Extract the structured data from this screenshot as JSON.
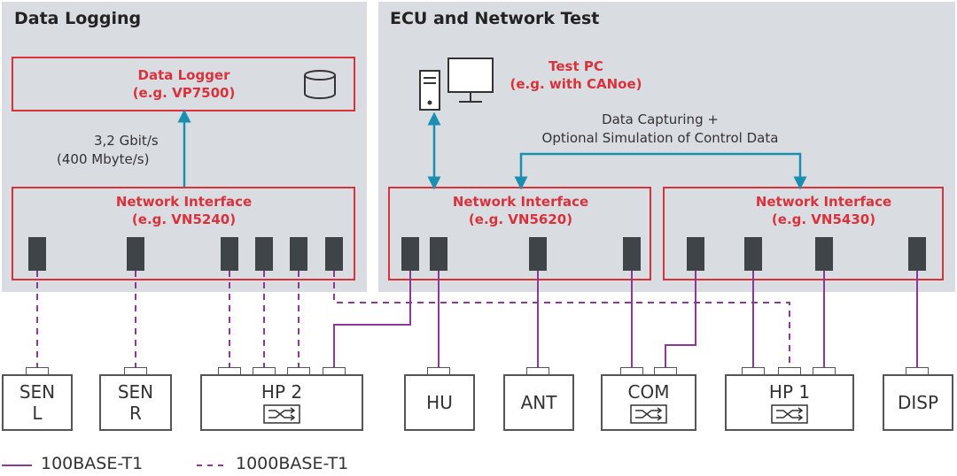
{
  "panels": {
    "data_logging": {
      "title": "Data Logging"
    },
    "ecu_test": {
      "title": "ECU and Network Test"
    }
  },
  "data_logger": {
    "title": "Data Logger",
    "model": "(e.g. VP7500)",
    "icon": "database-icon"
  },
  "logger_link": {
    "line1": "3,2 Gbit/s",
    "line2": "(400 Mbyte/s)"
  },
  "test_pc": {
    "title": "Test PC",
    "subtitle": "(e.g. with CANoe)",
    "icon": "computer-icon"
  },
  "capture_note": {
    "line1": "Data Capturing +",
    "line2": "Optional Simulation of Control Data"
  },
  "network_interfaces": [
    {
      "title": "Network Interface",
      "model": "(e.g. VN5240)"
    },
    {
      "title": "Network Interface",
      "model": "(e.g. VN5620)"
    },
    {
      "title": "Network Interface",
      "model": "(e.g. VN5430)"
    }
  ],
  "devices": {
    "sen_l": {
      "line1": "SEN",
      "line2": "L"
    },
    "sen_r": {
      "line1": "SEN",
      "line2": "R"
    },
    "hp2": {
      "label": "HP 2",
      "icon": "switch-icon"
    },
    "hu": {
      "label": "HU"
    },
    "ant": {
      "label": "ANT"
    },
    "com": {
      "label": "COM",
      "icon": "switch-icon"
    },
    "hp1": {
      "label": "HP 1",
      "icon": "switch-icon"
    },
    "disp": {
      "label": "DISP"
    }
  },
  "legend": {
    "solid": "100BASE-T1",
    "dashed": "1000BASE-T1"
  },
  "colors": {
    "panel": "#d9dce0",
    "red": "#d8333d",
    "teal": "#1a8fb0",
    "purple": "#8a3a96"
  }
}
